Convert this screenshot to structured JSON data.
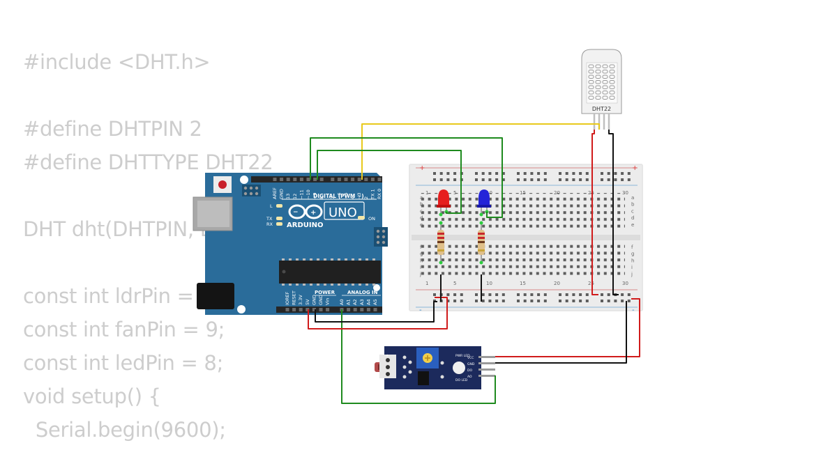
{
  "code_lines": [
    "#include <DHT.h>",
    "",
    "#define DHTPIN 2",
    "#define DHTTYPE DHT22",
    "",
    "DHT dht(DHTPIN, DHTTYPE);",
    "",
    "const int ldrPin = A0;",
    "const int fanPin = 9;",
    "const int ledPin = 8;",
    "void setup() {",
    "  Serial.begin(9600);"
  ],
  "arduino": {
    "model": "UNO",
    "brand": "ARDUINO",
    "digital_header": "DIGITAL (PWM ~)",
    "power_header": "POWER",
    "analog_header": "ANALOG IN",
    "tx": "TX",
    "rx": "RX",
    "l_led": "L",
    "on_led": "ON",
    "digital_pins": [
      "AREF",
      "GND",
      "13",
      "12",
      "~11",
      "~10",
      "~9",
      "8",
      "7",
      "~6",
      "~5",
      "4",
      "~3",
      "2",
      "TX 1",
      "RX 0"
    ],
    "power_pins": [
      "IOREF",
      "RESET",
      "3.3V",
      "5V",
      "GND",
      "GND",
      "Vin"
    ],
    "analog_pins": [
      "A0",
      "A1",
      "A2",
      "A3",
      "A4",
      "A5"
    ]
  },
  "dht22": {
    "label": "DHT22"
  },
  "breadboard": {
    "column_numbers": [
      "1",
      "5",
      "10",
      "15",
      "20",
      "25",
      "30"
    ],
    "rows_top": [
      "a",
      "b",
      "c",
      "d",
      "e"
    ],
    "rows_bottom": [
      "f",
      "g",
      "h",
      "i",
      "j"
    ],
    "rail_plus": "+",
    "rail_minus": "-"
  },
  "ldr_module": {
    "pins": [
      "VCC",
      "GND",
      "DO",
      "AO"
    ],
    "led_labels": [
      "PWR LED",
      "DO LED"
    ]
  },
  "colors": {
    "wire_red": "#d01b1b",
    "wire_black": "#111111",
    "wire_green": "#1e8a1e",
    "wire_yellow": "#e8c91c",
    "arduino_blue": "#2a6c9a",
    "module_navy": "#1c2a5c",
    "led_red": "#e61e1e",
    "led_blue": "#2424d8"
  }
}
